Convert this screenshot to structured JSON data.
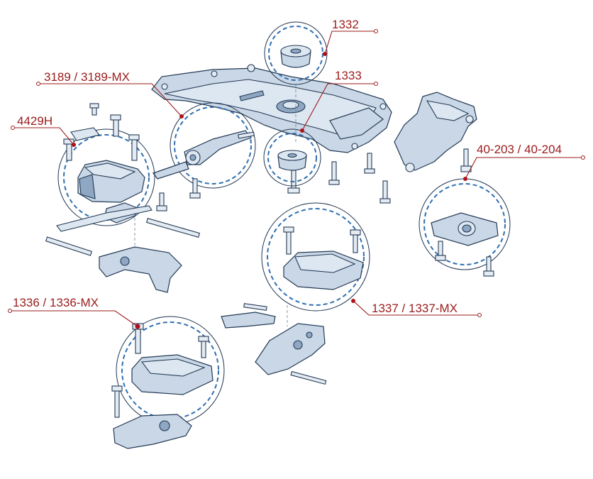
{
  "callouts": [
    {
      "id": "1332",
      "label": "1332"
    },
    {
      "id": "3189",
      "label": "3189 / 3189-MX"
    },
    {
      "id": "1333",
      "label": "1333"
    },
    {
      "id": "4429H",
      "label": "4429H"
    },
    {
      "id": "40-203",
      "label": "40-203 / 40-204"
    },
    {
      "id": "1336",
      "label": "1336 / 1336-MX"
    },
    {
      "id": "1337",
      "label": "1337 / 1337-MX"
    }
  ],
  "colors": {
    "callout": "#9b1b1b",
    "dashed_circle": "#2f6fb0",
    "part_fill": "#c9d7e6",
    "outline": "#243a55"
  }
}
